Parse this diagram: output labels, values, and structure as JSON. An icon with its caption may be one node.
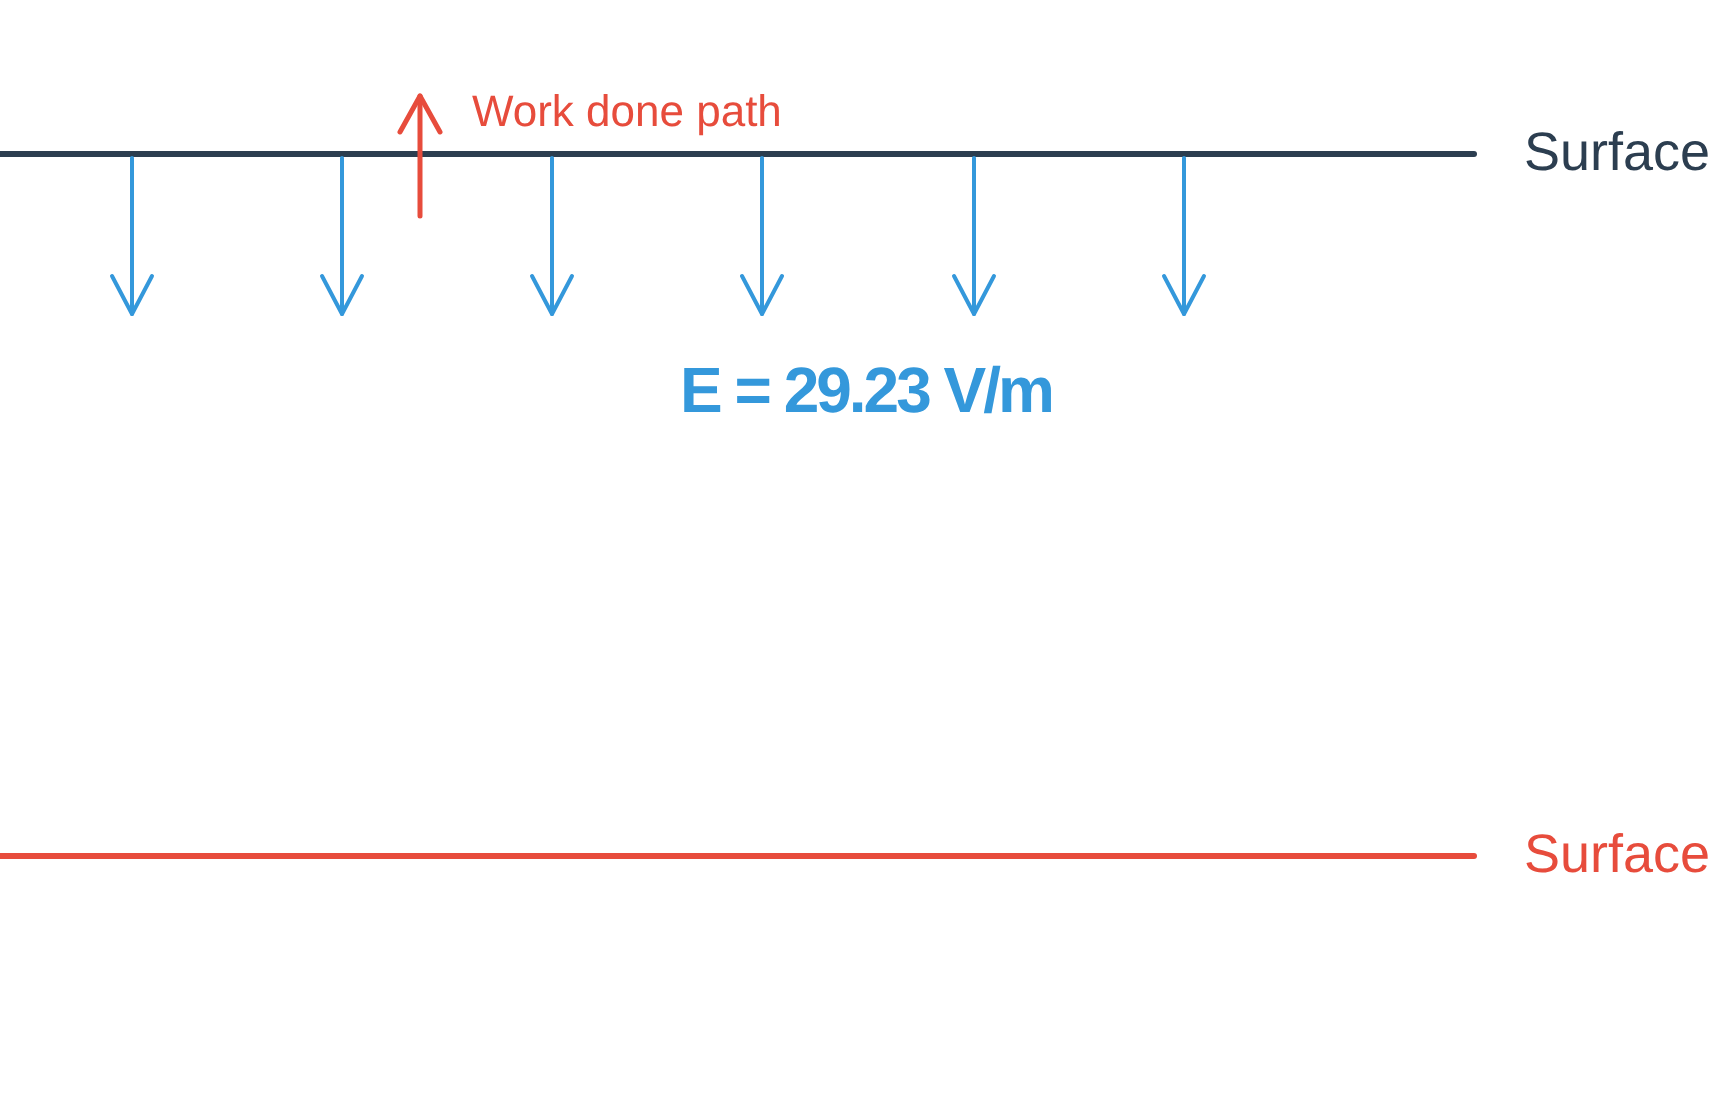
{
  "diagram": {
    "labels": [
      "Work done path",
      "E = 29.23 V/m",
      "Surface",
      "Surface"
    ]
  }
}
